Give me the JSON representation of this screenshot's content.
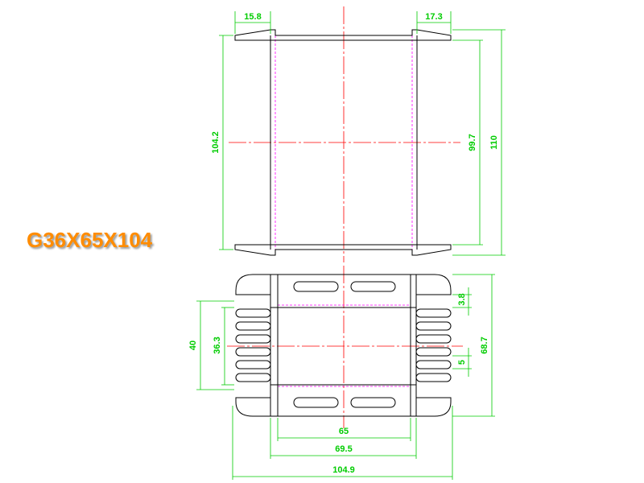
{
  "title": "G36X65X104",
  "colors": {
    "outline": "#000000",
    "dimension": "#00cc00",
    "centerline": "#ff0000",
    "hidden_line": "#ff00ff",
    "title_text": "#ff8c00",
    "title_shadow": "#9a9a9a",
    "background": "#ffffff"
  },
  "top_view": {
    "dimensions": {
      "flange_left": "15.8",
      "flange_right": "17.3",
      "overall_height_left": "104.2",
      "inner_height": "99.7",
      "overall_height_right": "110"
    }
  },
  "bottom_view": {
    "dimensions": {
      "left_outer": "40",
      "left_inner": "36.3",
      "fin_pitch": "3.8",
      "fin_gap": "5",
      "overall_height": "68.7",
      "core_width": "65",
      "flange_span": "69.5",
      "overall_width": "104.9"
    }
  }
}
